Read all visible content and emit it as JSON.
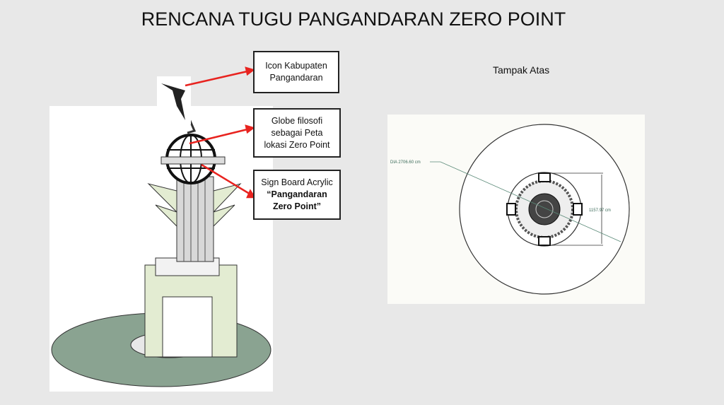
{
  "title": "RENCANA TUGU PANGANDARAN ZERO POINT",
  "labels": {
    "icon": [
      "Icon Kabupaten",
      "Pangandaran"
    ],
    "globe": [
      "Globe filosofi",
      "sebagai Peta",
      "lokasi Zero Point"
    ],
    "sign": [
      "Sign Board Acrylic",
      "“Pangandaran",
      "Zero Point”"
    ]
  },
  "top_view": {
    "heading": "Tampak Atas",
    "diameter_label": "DIA 2706.60 cm",
    "inner_dimension": "1157.97 cm"
  },
  "colors": {
    "arrow": "#e8231f",
    "base": "#8aa391",
    "pillar_green": "#e3ecd2"
  }
}
